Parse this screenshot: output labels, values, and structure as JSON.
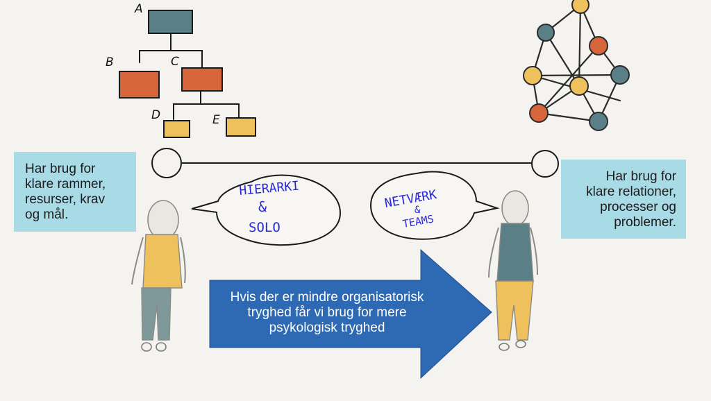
{
  "hierarchy_labels": {
    "a": "A",
    "b": "B",
    "c": "C",
    "d": "D",
    "e": "E"
  },
  "left_box": {
    "lines": [
      "Har brug for",
      "klare rammer,",
      "resurser, krav",
      "og mål."
    ]
  },
  "right_box": {
    "lines": [
      "Har brug for",
      "klare relationer,",
      "processer og",
      "problemer."
    ]
  },
  "bubble_left": {
    "line1": "HIERARKI",
    "line2": "&",
    "line3": "SOLO"
  },
  "bubble_right": {
    "line1": "NETVÆRK",
    "line2": "&",
    "line3": "TEAMS"
  },
  "arrow": {
    "lines": [
      "Hvis der er mindre organisatorisk",
      "tryghed får vi brug for mere",
      "psykologisk tryghed"
    ]
  },
  "colors": {
    "slate": "#5b7f86",
    "orange": "#d7663d",
    "yellow": "#efc15c",
    "arrow_blue": "#2d6ab3",
    "box_blue": "#a9dbe7",
    "handwriting": "#2a2ad8"
  }
}
